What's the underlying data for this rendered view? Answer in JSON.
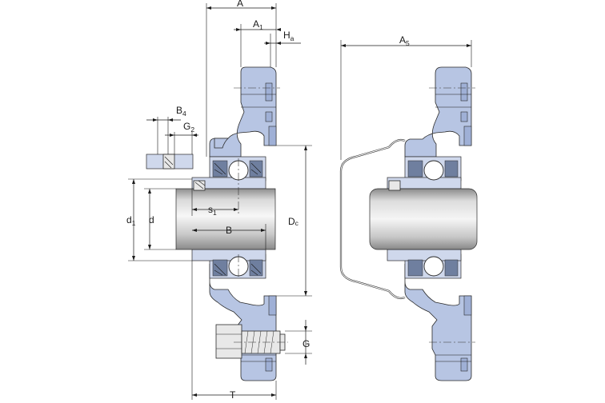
{
  "labels": {
    "A": "A",
    "A1_main": "A",
    "A1_sub": "1",
    "Ha_main": "H",
    "Ha_sub": "a",
    "A5_main": "A",
    "A5_sub": "5",
    "B4_main": "B",
    "B4_sub": "4",
    "G2_main": "G",
    "G2_sub": "2",
    "d1_main": "d",
    "d1_sub": "1",
    "d": "d",
    "s1_main": "s",
    "s1_sub": "1",
    "B": "B",
    "Dc_main": "D",
    "Dc_sub": "c",
    "G": "G",
    "T": "T"
  },
  "colors": {
    "housing": "#b7c5e3",
    "housing_shade": "#9fb0d6",
    "line": "#1a1a1a",
    "shaft_light": "#f2f2f2",
    "shaft_dark": "#9a9a9a"
  }
}
